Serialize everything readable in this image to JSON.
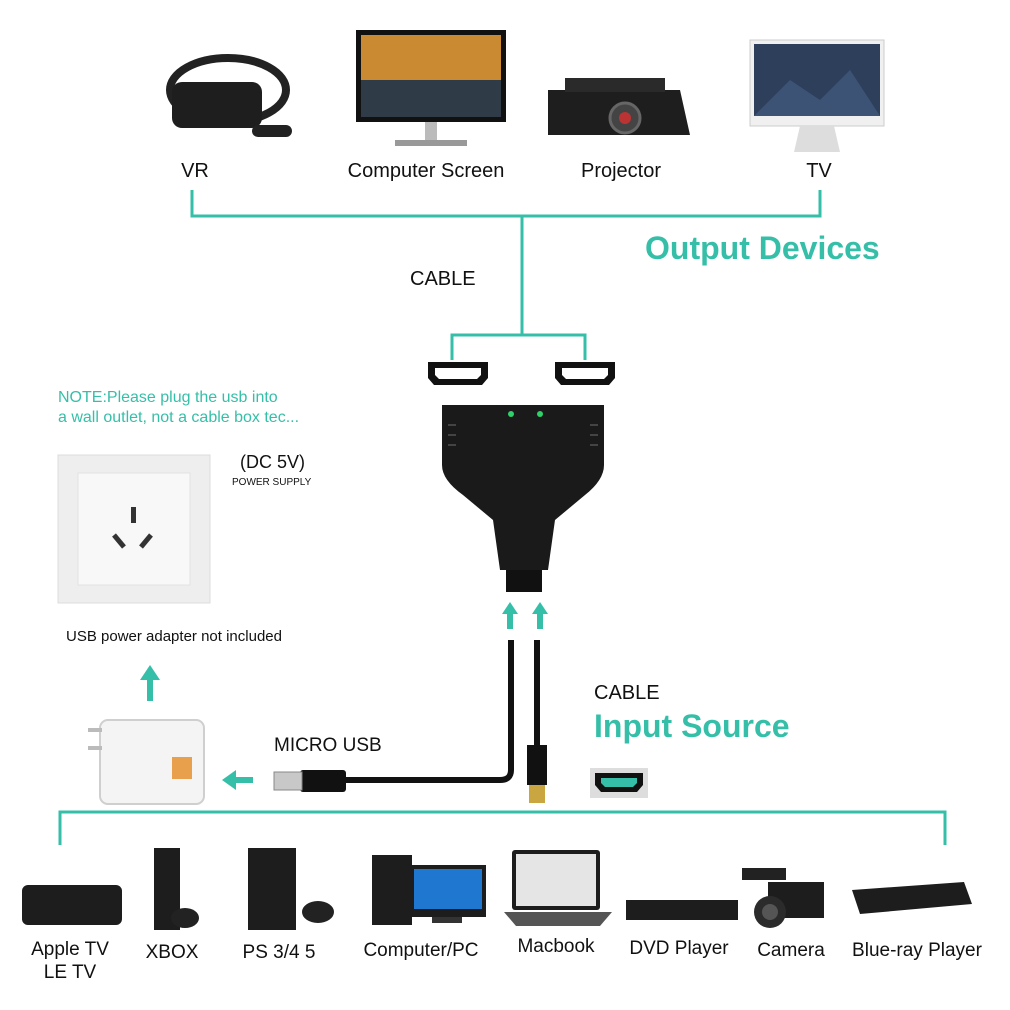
{
  "output": {
    "title": "Output Devices",
    "cable_label": "CABLE",
    "devices": [
      {
        "label": "VR",
        "icon": "vr-headset-icon"
      },
      {
        "label": "Computer Screen",
        "icon": "monitor-icon"
      },
      {
        "label": "Projector",
        "icon": "projector-icon"
      },
      {
        "label": "TV",
        "icon": "tv-icon"
      }
    ]
  },
  "note": {
    "line1": "NOTE:Please plug the usb into",
    "line2": "a wall outlet, not a cable box tec..."
  },
  "power": {
    "dc_label": "(DC 5V)",
    "supply_label": "POWER SUPPLY",
    "adapter_note": "USB power adapter not included",
    "micro_usb_label": "MICRO USB"
  },
  "input": {
    "cable_label": "CABLE",
    "title": "Input Source",
    "devices": [
      {
        "label": "Apple TV",
        "label2": "LE TV",
        "icon": "apple-tv-icon"
      },
      {
        "label": "XBOX",
        "icon": "xbox-icon"
      },
      {
        "label": "PS 3/4 5",
        "icon": "playstation-icon"
      },
      {
        "label": "Computer/PC",
        "icon": "desktop-pc-icon"
      },
      {
        "label": "Macbook",
        "icon": "laptop-icon"
      },
      {
        "label": "DVD Player",
        "icon": "dvd-player-icon"
      },
      {
        "label": "Camera",
        "icon": "video-camera-icon"
      },
      {
        "label": "Blue-ray Player",
        "icon": "bluray-player-icon"
      }
    ]
  },
  "colors": {
    "teal": "#36bfa8",
    "device_dark": "#1c1c1c"
  }
}
